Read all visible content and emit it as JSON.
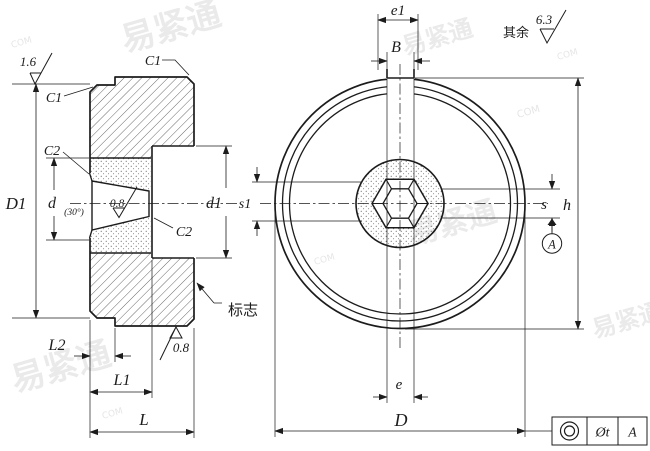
{
  "left": {
    "roughness_top": "1.6",
    "chamfer_top_left": "C1",
    "chamfer_top_right": "C1",
    "chamfer_socket_upper": "C2",
    "chamfer_socket_lower": "C2",
    "cone_angle": "(30°)",
    "roughness_socket": "0.8",
    "roughness_bottom": "0.8",
    "dia_body": "D1",
    "dia_socket": "d",
    "dia_counterbore": "d1",
    "length_l2": "L2",
    "length_l1": "L1",
    "length_total": "L",
    "mark_label": "标志"
  },
  "right": {
    "slot_width_outer": "e1",
    "slot_width": "B",
    "socket_af_face": "s1",
    "socket_af_bottom": "s",
    "height_to_slot": "h",
    "slot_width_bottom": "e",
    "dia_outer": "D",
    "datum_label": "A",
    "general_roughness_prefix": "其余",
    "general_roughness_value": "6.3"
  },
  "frame": {
    "symbol": "concentricity",
    "value": "Øt",
    "datum": "A"
  },
  "wm": {
    "brand": "易紧通",
    "domain": "COM"
  },
  "colors": {
    "line": "#1c1c1c",
    "paper": "#ffffff"
  }
}
